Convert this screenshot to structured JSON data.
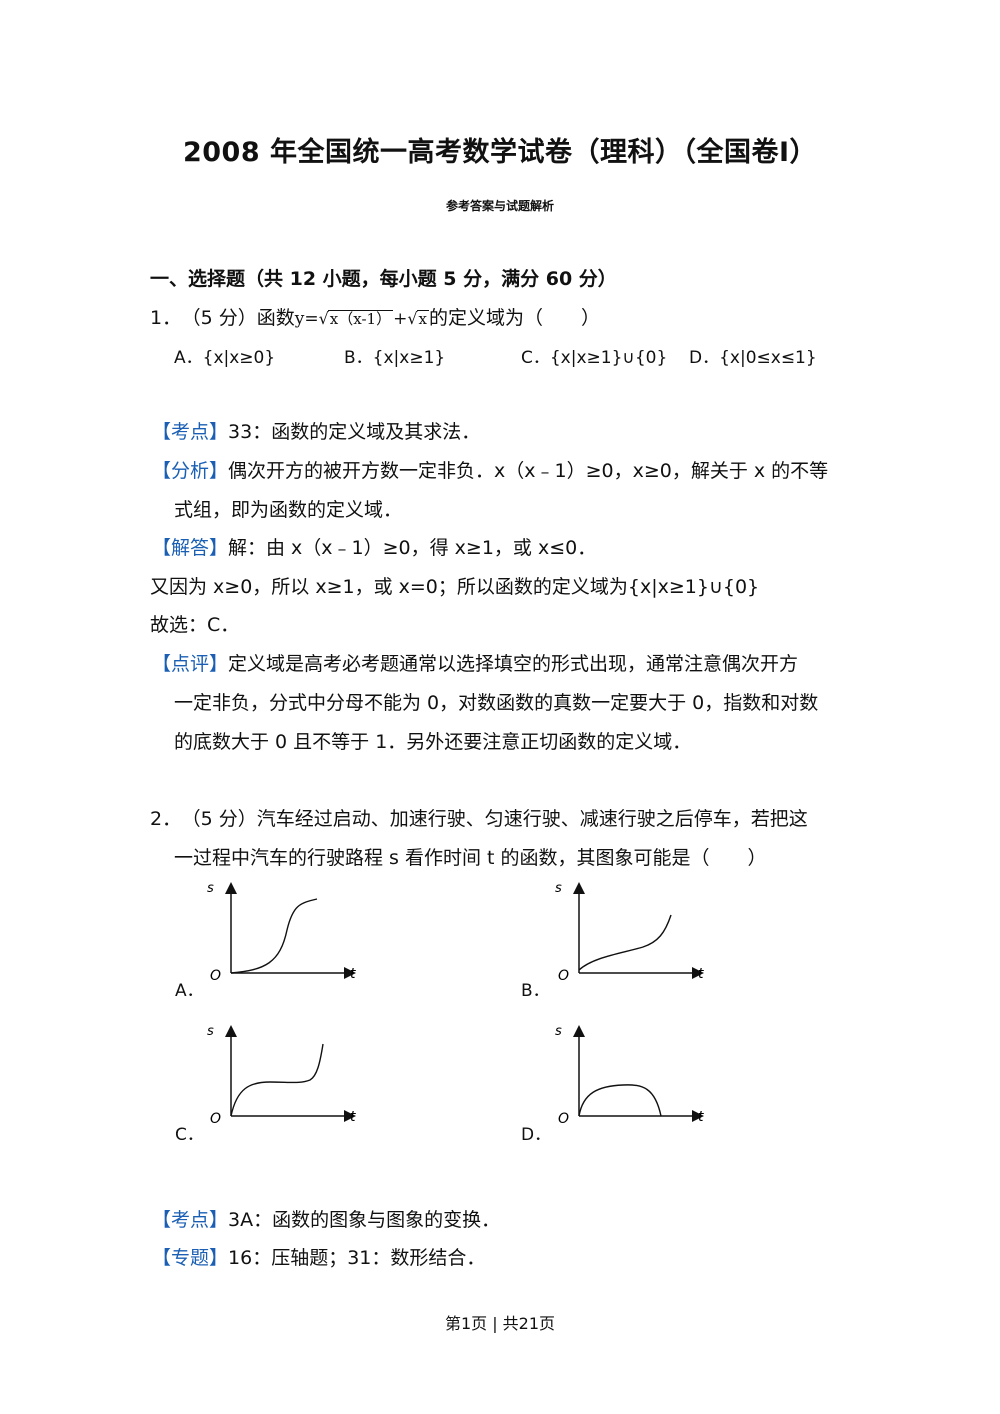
{
  "header": {
    "title": "2008 年全国统一高考数学试卷（理科）（全国卷I）",
    "subtitle": "参考答案与试题解析"
  },
  "section": "一、选择题（共 12 小题，每小题 5 分，满分 60 分）",
  "q1": {
    "number": "1．",
    "stem_pre": "（5 分）函数",
    "fn_y": "y=",
    "fn_sqrt1": "x（x-1）",
    "fn_plus": "+",
    "fn_sqrt2": "x",
    "stem_post": "的定义域为（　　）",
    "options": [
      "A．{x|x≥0}",
      "B．{x|x≥1}",
      "C．{x|x≥1}∪{0}",
      "D．{x|0≤x≤1}"
    ],
    "kaodian_tag": "【考点】",
    "kaodian": "33：函数的定义域及其求法．",
    "fenxi_tag": "【分析】",
    "fenxi_1": "偶次开方的被开方数一定非负．x（x﹣1）≥0，x≥0，解关于 x 的不等",
    "fenxi_2": "式组，即为函数的定义域．",
    "jieda_tag": "【解答】",
    "jieda_1": "解：由 x（x﹣1）≥0，得 x≥1，或 x≤0．",
    "jieda_2": "又因为 x≥0，所以 x≥1，或 x=0；所以函数的定义域为{x|x≥1}∪{0}",
    "jieda_3": "故选：C．",
    "dianping_tag": "【点评】",
    "dianping_1": "定义域是高考必考题通常以选择填空的形式出现，通常注意偶次开方",
    "dianping_2": "一定非负，分式中分母不能为 0，对数函数的真数一定要大于 0，指数和对数",
    "dianping_3": "的底数大于 0 且不等于 1．另外还要注意正切函数的定义域．"
  },
  "q2": {
    "number": "2．",
    "stem_1": "（5 分）汽车经过启动、加速行驶、匀速行驶、减速行驶之后停车，若把这",
    "stem_2": "一过程中汽车的行驶路程 s 看作时间 t 的函数，其图象可能是（　　）",
    "graphs": [
      {
        "label": "A．",
        "s": "s",
        "t": "t",
        "o": "O"
      },
      {
        "label": "B．",
        "s": "s",
        "t": "t",
        "o": "O"
      },
      {
        "label": "C．",
        "s": "s",
        "t": "t",
        "o": "O"
      },
      {
        "label": "D．",
        "s": "s",
        "t": "t",
        "o": "O"
      }
    ],
    "kaodian_tag": "【考点】",
    "kaodian": "3A：函数的图象与图象的变换．",
    "zhuanti_tag": "【专题】",
    "zhuanti": "16：压轴题；31：数形结合．"
  },
  "footer": "第1页 | 共21页"
}
